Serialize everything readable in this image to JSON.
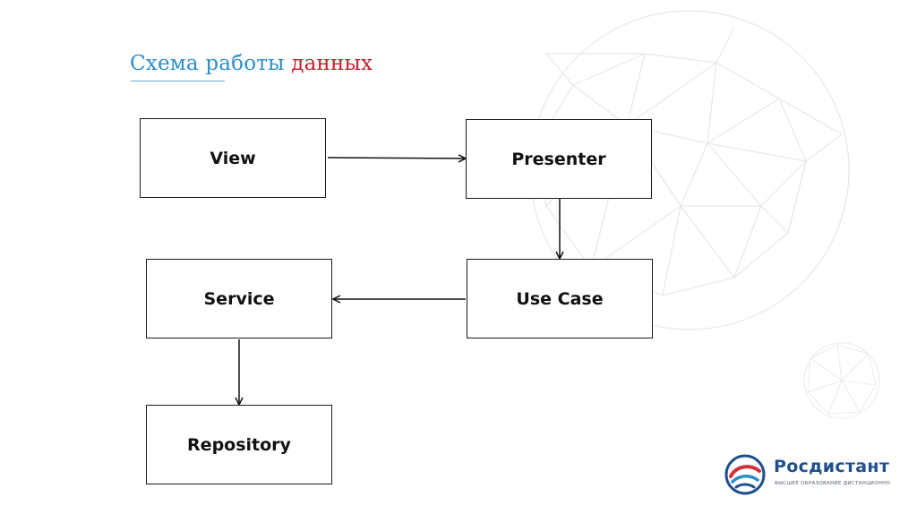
{
  "title": {
    "part1": "Схема",
    "part2": "работы",
    "part3": "данных"
  },
  "nodes": {
    "view": "View",
    "presenter": "Presenter",
    "use_case": "Use Case",
    "service": "Service",
    "repository": "Repository"
  },
  "edges": [
    {
      "from": "View",
      "to": "Presenter"
    },
    {
      "from": "Presenter",
      "to": "Use Case"
    },
    {
      "from": "Use Case",
      "to": "Service"
    },
    {
      "from": "Service",
      "to": "Repository"
    }
  ],
  "logo": {
    "name": "Росдистант",
    "tagline": "ВЫСШЕЕ ОБРАЗОВАНИЕ ДИСТАНЦИОННО"
  },
  "colors": {
    "title_blue": "#2b8ec9",
    "title_red": "#c41e2a",
    "logo_blue": "#1f4f8c",
    "logo_red": "#d32f3a"
  }
}
